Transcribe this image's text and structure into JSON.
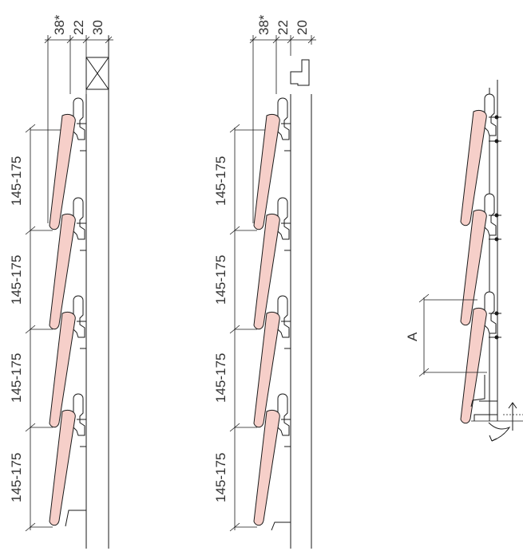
{
  "panel_a": {
    "top_dims": [
      "38*",
      "22",
      "30"
    ],
    "spacing_labels": [
      "145-175",
      "145-175",
      "145-175",
      "145-175"
    ]
  },
  "panel_b": {
    "top_dims": [
      "38*",
      "22",
      "20"
    ],
    "spacing_labels": [
      "145-175",
      "145-175",
      "145-175",
      "145-175"
    ]
  },
  "panel_c": {
    "overlap_label": "A"
  },
  "colors": {
    "tile_fill": "#f6cfc9",
    "line": "#1a1a1a"
  }
}
